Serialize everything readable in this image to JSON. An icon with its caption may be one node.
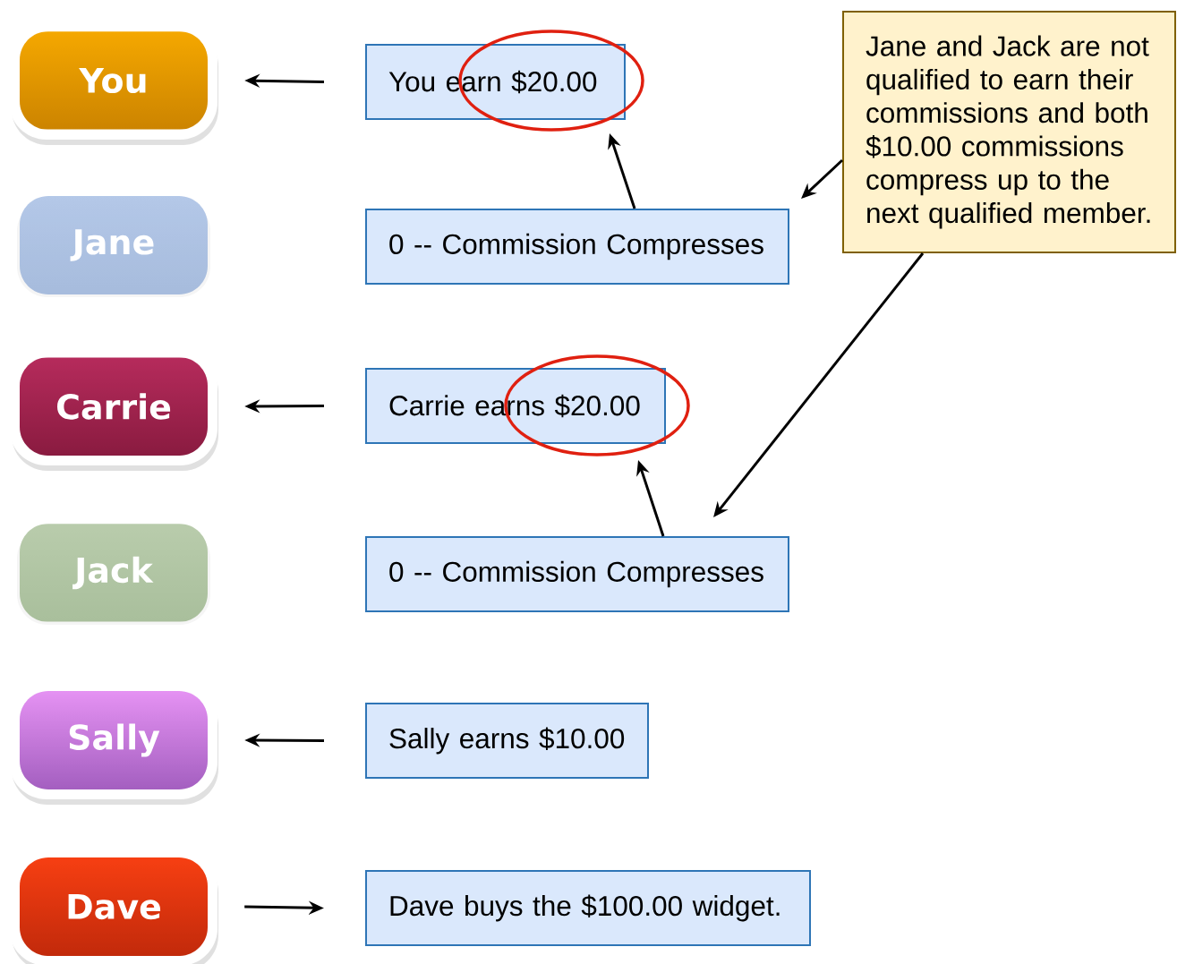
{
  "diagram": {
    "nodes": [
      {
        "text": [
          "You"
        ]
      },
      {
        "text": [
          "Jane"
        ]
      },
      {
        "text": [
          "Carrie"
        ]
      },
      {
        "text": [
          "Jack"
        ]
      },
      {
        "text": [
          "Sally"
        ]
      },
      {
        "text": [
          "Dave"
        ]
      },
      {
        "text": [
          "You earn $20.00"
        ]
      },
      {
        "text": [
          "0 -- Commission Compresses"
        ]
      },
      {
        "text": [
          "Carrie earns $20.00"
        ]
      },
      {
        "text": [
          "0 -- Commission Compresses"
        ]
      },
      {
        "text": [
          "Sally earns $10.00"
        ]
      },
      {
        "text": [
          "Dave buys the $100.00 widget."
        ]
      },
      {
        "text": [
          "Jane and Jack are not qualified to earn their commissions and both $10.00 commissions compress up to the next qualified member."
        ]
      }
    ],
    "edges": [
      {
        "from": 6,
        "to": 0,
        "arrow": "to"
      },
      {
        "from": 7,
        "to": 6,
        "arrow": "to"
      },
      {
        "from": 12,
        "to": 7,
        "arrow": "to"
      },
      {
        "from": 8,
        "to": 2,
        "arrow": "to"
      },
      {
        "from": 9,
        "to": 8,
        "arrow": "to"
      },
      {
        "from": 12,
        "to": 9,
        "arrow": "to"
      },
      {
        "from": 10,
        "to": 4,
        "arrow": "to"
      },
      {
        "from": 5,
        "to": 11,
        "arrow": "to"
      }
    ]
  }
}
